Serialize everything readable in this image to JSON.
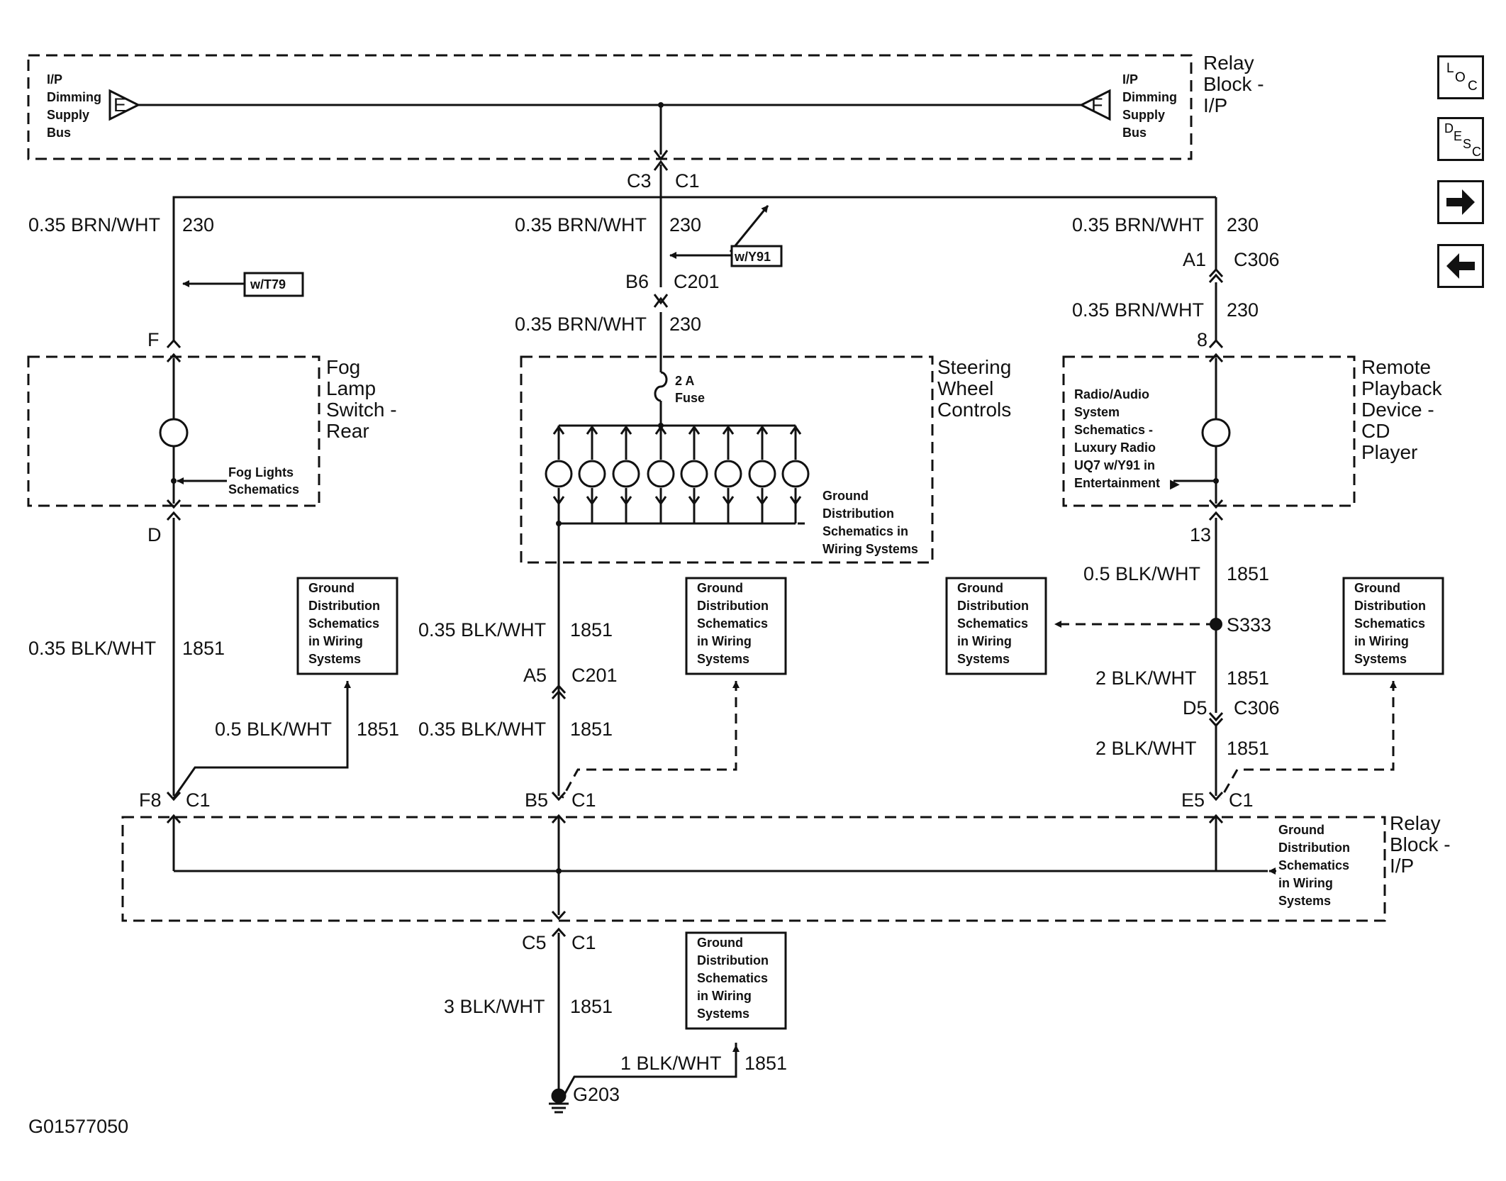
{
  "diagram_code": "G01577050",
  "nav": {
    "loc_letters": [
      "L",
      "O",
      "C"
    ],
    "desc_letters": [
      "D",
      "E",
      "S",
      "C"
    ],
    "next_icon": "right-arrow-icon",
    "prev_icon": "left-arrow-icon"
  },
  "relay_block_top": {
    "title": [
      "Relay",
      "Block -",
      "I/P"
    ],
    "left_bus": [
      "I/P",
      "Dimming",
      "Supply",
      "Bus"
    ],
    "right_bus": [
      "I/P",
      "Dimming",
      "Supply",
      "Bus"
    ],
    "left_terminal": "E",
    "right_terminal": "F"
  },
  "connectors": {
    "top_left": "C3",
    "top_right": "C1",
    "b6": "B6",
    "c201": "C201",
    "a1": "A1",
    "c306": "C306",
    "pin8": "8",
    "pinF": "F",
    "pinD": "D",
    "pin13": "13",
    "s333": "S333",
    "a5": "A5",
    "c201b": "C201",
    "d5": "D5",
    "c306b": "C306",
    "f8": "F8",
    "c1a": "C1",
    "b5": "B5",
    "c1b": "C1",
    "e5": "E5",
    "c1c": "C1",
    "c5": "C5",
    "c1d": "C1",
    "g203": "G203"
  },
  "wires": {
    "brn_left": "0.35 BRN/WHT",
    "brn_mid1": "0.35 BRN/WHT",
    "brn_mid2": "0.35 BRN/WHT",
    "brn_right1": "0.35 BRN/WHT",
    "brn_right2": "0.35 BRN/WHT",
    "circuit_230": "230",
    "blk_left": "0.35 BLK/WHT",
    "blk_left_gnd": "0.5 BLK/WHT",
    "blk_mid1": "0.35 BLK/WHT",
    "blk_mid2": "0.35 BLK/WHT",
    "blk_right1": "0.5 BLK/WHT",
    "blk_right2": "2 BLK/WHT",
    "blk_right3": "2 BLK/WHT",
    "blk_bottom": "3 BLK/WHT",
    "blk_g203": "1 BLK/WHT",
    "circuit_1851": "1851"
  },
  "options": {
    "t79": "w/T79",
    "y91": "w/Y91"
  },
  "components": {
    "fog_switch": [
      "Fog",
      "Lamp",
      "Switch -",
      "Rear"
    ],
    "fog_ref": [
      "Fog Lights",
      "Schematics"
    ],
    "steering": [
      "Steering",
      "Wheel",
      "Controls"
    ],
    "fuse": [
      "2 A",
      "Fuse"
    ],
    "steering_gnd_ref": [
      "Ground",
      "Distribution",
      "Schematics in",
      "Wiring Systems"
    ],
    "cd_player": [
      "Remote",
      "Playback",
      "Device -",
      "CD",
      "Player"
    ],
    "radio_ref": [
      "Radio/Audio",
      "System",
      "Schematics -",
      "Luxury Radio",
      "UQ7 w/Y91 in",
      "Entertainment"
    ],
    "relay_block_bottom": [
      "Relay",
      "Block -",
      "I/P"
    ],
    "relay_gnd_ref": [
      "Ground",
      "Distribution",
      "Schematics",
      "in Wiring",
      "Systems"
    ]
  },
  "ground_boxes": [
    [
      "Ground",
      "Distribution",
      "Schematics",
      "in Wiring",
      "Systems"
    ],
    [
      "Ground",
      "Distribution",
      "Schematics",
      "in Wiring",
      "Systems"
    ],
    [
      "Ground",
      "Distribution",
      "Schematics",
      "in Wiring",
      "Systems"
    ],
    [
      "Ground",
      "Distribution",
      "Schematics",
      "in Wiring",
      "Systems"
    ],
    [
      "Ground",
      "Distribution",
      "Schematics",
      "in Wiring",
      "Systems"
    ]
  ]
}
